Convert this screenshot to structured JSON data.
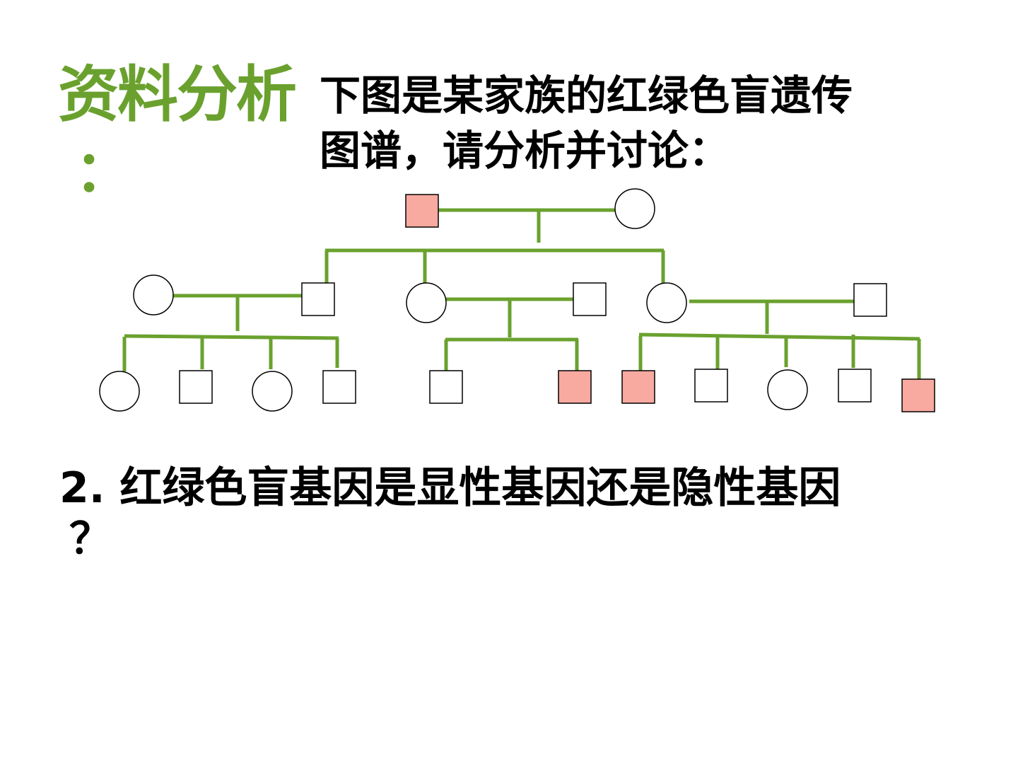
{
  "title": {
    "text": "资料分析",
    "colon": "：",
    "color": "#6aa12e"
  },
  "intro": {
    "line1": "下图是某家族的红绿色盲遗传",
    "line2": "图谱，请分析并讨论："
  },
  "question": {
    "line1": "2. 红绿色盲基因是显性基因还是隐性基因",
    "line2": "？"
  },
  "colors": {
    "line": "#6aa12e",
    "affected_fill": "#f9aaa0",
    "normal_fill": "#ffffff",
    "stroke": "#000000"
  },
  "pedigree": {
    "generations": 3,
    "generation_1": [
      {
        "id": "I-1",
        "sex": "male",
        "affected": true
      },
      {
        "id": "I-2",
        "sex": "female",
        "affected": false
      }
    ],
    "generation_2": [
      {
        "id": "II-1",
        "sex": "female",
        "affected": false
      },
      {
        "id": "II-2",
        "sex": "male",
        "affected": false
      },
      {
        "id": "II-3",
        "sex": "female",
        "affected": false
      },
      {
        "id": "II-4",
        "sex": "male",
        "affected": false
      },
      {
        "id": "II-5",
        "sex": "female",
        "affected": false
      },
      {
        "id": "II-6",
        "sex": "male",
        "affected": false
      }
    ],
    "generation_3": [
      {
        "id": "III-1",
        "sex": "female",
        "affected": false
      },
      {
        "id": "III-2",
        "sex": "male",
        "affected": false
      },
      {
        "id": "III-3",
        "sex": "female",
        "affected": false
      },
      {
        "id": "III-4",
        "sex": "male",
        "affected": false
      },
      {
        "id": "III-5",
        "sex": "male",
        "affected": false
      },
      {
        "id": "III-6",
        "sex": "male",
        "affected": true
      },
      {
        "id": "III-7",
        "sex": "male",
        "affected": true
      },
      {
        "id": "III-8",
        "sex": "male",
        "affected": false
      },
      {
        "id": "III-9",
        "sex": "female",
        "affected": false
      },
      {
        "id": "III-10",
        "sex": "male",
        "affected": false
      },
      {
        "id": "III-11",
        "sex": "male",
        "affected": true
      }
    ]
  }
}
